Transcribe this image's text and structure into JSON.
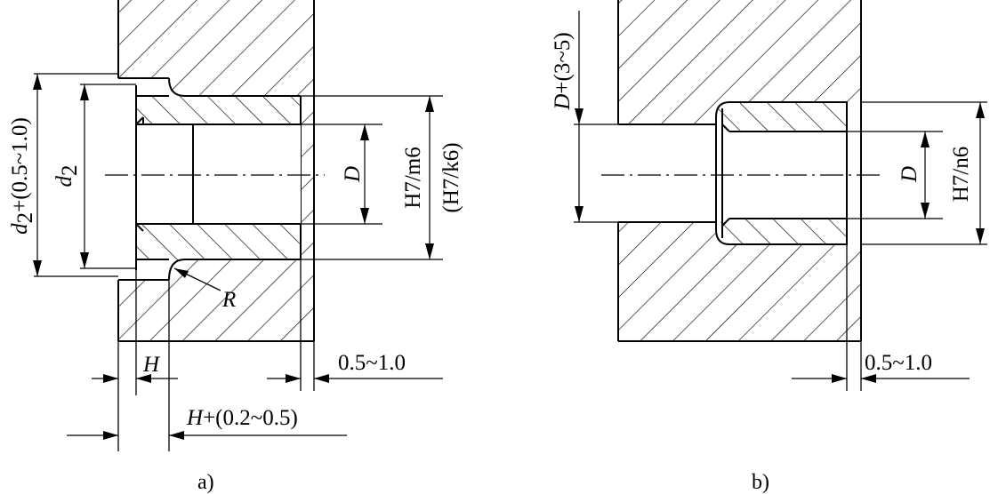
{
  "figure_a": {
    "label_d2_outer_main": "d",
    "label_d2_outer_sub": "2",
    "label_d2_outer_tail": "+(0.5~1.0)",
    "label_d2_main": "d",
    "label_d2_sub": "2",
    "label_D": "D",
    "label_fit": "H7/m6",
    "label_fit_alt": "(H7/k6)",
    "label_R": "R",
    "label_H": "H",
    "label_clearance": "0.5~1.0",
    "label_H_plus_main": "H",
    "label_H_plus_tail": "+(0.2~0.5)",
    "caption": "a)"
  },
  "figure_b": {
    "label_D_plus_main": "D",
    "label_D_plus_tail": "+(3~5)",
    "label_D": "D",
    "label_fit": "H7/n6",
    "label_clearance": "0.5~1.0",
    "caption": "b)"
  }
}
